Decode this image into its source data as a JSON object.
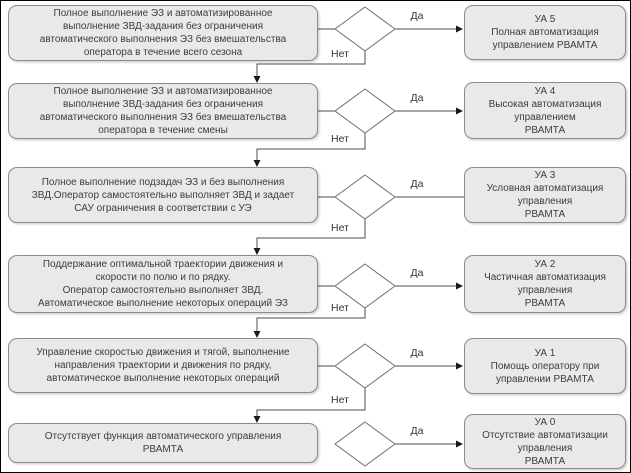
{
  "diagram": {
    "yes_label": "Да",
    "no_label": "Нет",
    "rows": [
      {
        "condition": "Полное выполнение ЭЗ и автоматизированное\nвыполнение ЗВД-задания без ограничения\nавтоматического выполнения ЭЗ без вмешательства\nоператора в течение всего сезона",
        "result": "УА 5\nПолная автоматизация\nуправлением РВАМТА"
      },
      {
        "condition": "Полное выполнение ЭЗ и автоматизированное\nвыполнение ЗВД-задания без ограничения\nавтоматического выполнения ЭЗ без вмешательства\nоператора в течение смены",
        "result": "УА 4\nВысокая автоматизация\nуправлением\nРВАМТА"
      },
      {
        "condition": "Полное выполнение подзадач ЭЗ и без выполнения\nЗВД.Оператор самостоятельно выполняет ЗВД и задает\nСАУ ограничения в соответствии с УЭ",
        "result": "УА 3\nУсловная автоматизация\nуправления\nРВАМТА"
      },
      {
        "condition": "Поддержание оптимальной траектории движения и\nскорости по полю и по рядку.\nОператор самостоятельно выполняет ЗВД.\nАвтоматическое выполнение некоторых операций ЭЗ",
        "result": "УА 2\nЧастичная автоматизация\nуправления\nРВАМТА"
      },
      {
        "condition": "Управление скоростью движения и тягой, выполнение\nнаправления траектории и движения по рядку,\nавтоматическое выполнение некоторых операций",
        "result": "УА 1\nПомощь оператору при\nуправлении РВАМТА"
      },
      {
        "condition": "Отсутствует функция автоматического управления\nРВАМТА",
        "result": "УА 0\nОтсутствие автоматизации\nуправления\nРВАМТА"
      }
    ]
  },
  "colors": {
    "box_fill": "#e9e9e9",
    "box_border": "#8b8b8b",
    "line": "#4d4d4d",
    "text": "#3d3d3d",
    "diamond_fill": "#ffffff",
    "diamond_border": "#6f6f6f"
  }
}
